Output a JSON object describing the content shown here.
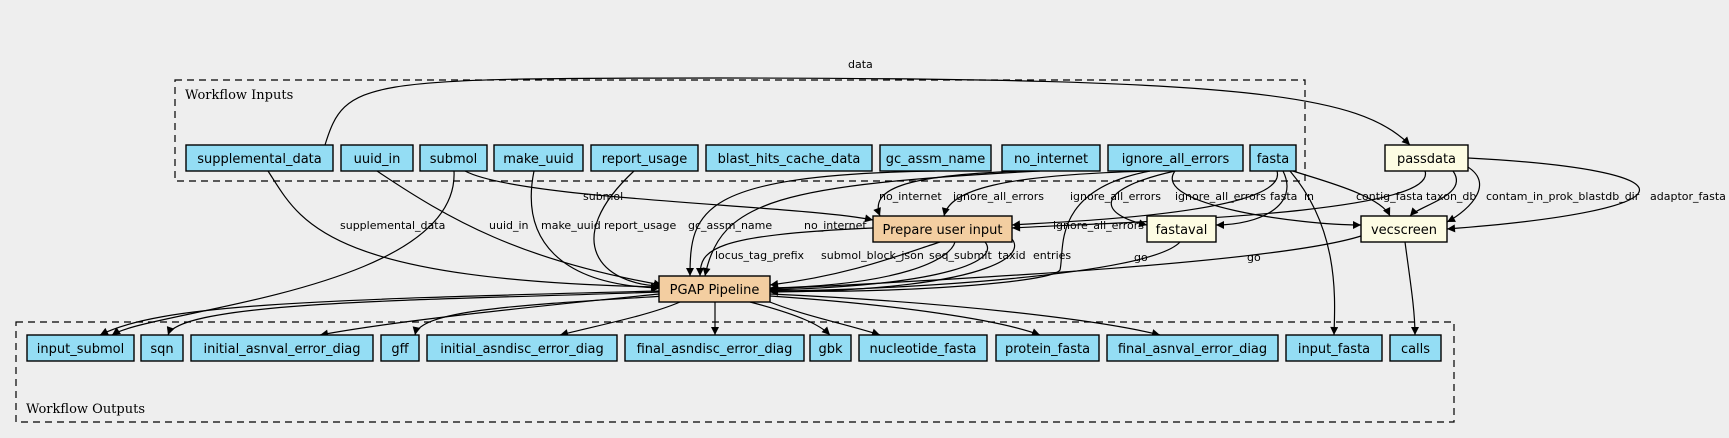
{
  "colors": {
    "background": "#eeeeee",
    "io_node_fill": "#94ddf4",
    "step_fill": "#f3cea1",
    "tool_fill": "#fdfce3",
    "stroke": "#000000"
  },
  "clusters": {
    "inputs_label": "Workflow Inputs",
    "outputs_label": "Workflow Outputs"
  },
  "nodes": {
    "supplemental_data": "supplemental_data",
    "uuid_in": "uuid_in",
    "submol": "submol",
    "make_uuid": "make_uuid",
    "report_usage": "report_usage",
    "blast_hits_cache_data": "blast_hits_cache_data",
    "gc_assm_name": "gc_assm_name",
    "no_internet": "no_internet",
    "ignore_all_errors": "ignore_all_errors",
    "fasta": "fasta",
    "passdata": "passdata",
    "prepare_user_input": "Prepare user input",
    "fastaval": "fastaval",
    "vecscreen": "vecscreen",
    "pgap_pipeline": "PGAP Pipeline",
    "input_submol": "input_submol",
    "sqn": "sqn",
    "initial_asnval_error_diag": "initial_asnval_error_diag",
    "gff": "gff",
    "initial_asndisc_error_diag": "initial_asndisc_error_diag",
    "final_asndisc_error_diag": "final_asndisc_error_diag",
    "gbk": "gbk",
    "nucleotide_fasta": "nucleotide_fasta",
    "protein_fasta": "protein_fasta",
    "final_asnval_error_diag": "final_asnval_error_diag",
    "input_fasta": "input_fasta",
    "calls": "calls"
  },
  "edge_labels": {
    "data": "data",
    "supplemental_data": "supplemental_data",
    "uuid_in": "uuid_in",
    "make_uuid": "make_uuid",
    "report_usage": "report_usage",
    "submol": "submol",
    "gc_assm_name": "gc_assm_name",
    "no_internet_pgap": "no_internet",
    "no_internet_prep": "no_internet",
    "ignore_all_errors_prep": "ignore_all_errors",
    "ignore_all_errors_fastaval": "ignore_all_errors",
    "ignore_all_errors_vecscreen": "ignore_all_errors",
    "ignore_all_errors_pgap": "ignore_all_errors",
    "fasta_prep": "fasta",
    "in": "in",
    "contig_fasta": "contig_fasta",
    "taxon_db": "taxon_db",
    "contam_in_prok_blastdb_dir": "contam_in_prok_blastdb_dir",
    "adaptor_fasta": "adaptor_fasta",
    "locus_tag_prefix": "locus_tag_prefix",
    "submol_block_json": "submol_block_json",
    "seq_submit": "seq_submit",
    "taxid": "taxid",
    "entries": "entries",
    "go_fastaval": "go",
    "go_vecscreen": "go"
  }
}
